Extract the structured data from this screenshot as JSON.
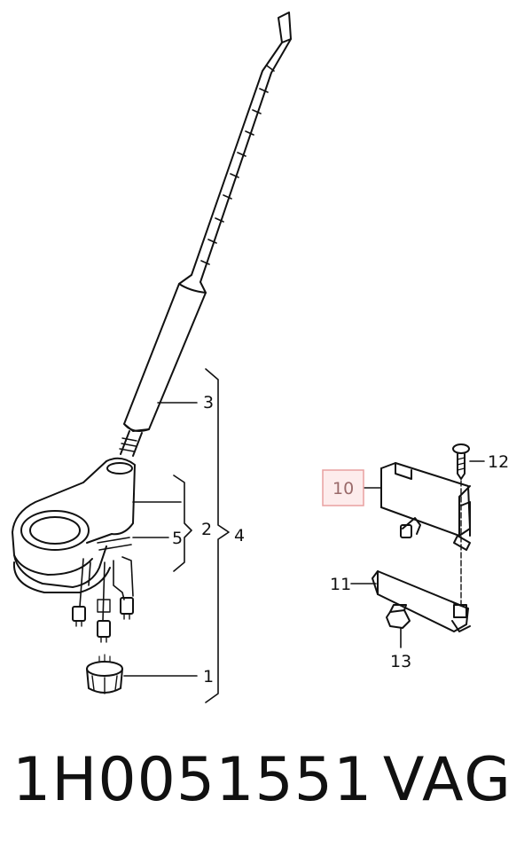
{
  "diagram": {
    "callouts": [
      {
        "id": "1",
        "label": "1"
      },
      {
        "id": "2",
        "label": "2"
      },
      {
        "id": "3",
        "label": "3"
      },
      {
        "id": "4",
        "label": "4"
      },
      {
        "id": "5",
        "label": "5"
      },
      {
        "id": "10",
        "label": "10",
        "highlighted": true
      },
      {
        "id": "11",
        "label": "11"
      },
      {
        "id": "12",
        "label": "12"
      },
      {
        "id": "13",
        "label": "13"
      }
    ],
    "highlight_color": "#e8a0a0"
  },
  "footer": {
    "part_number": "1H0051551",
    "brand": "VAG"
  }
}
